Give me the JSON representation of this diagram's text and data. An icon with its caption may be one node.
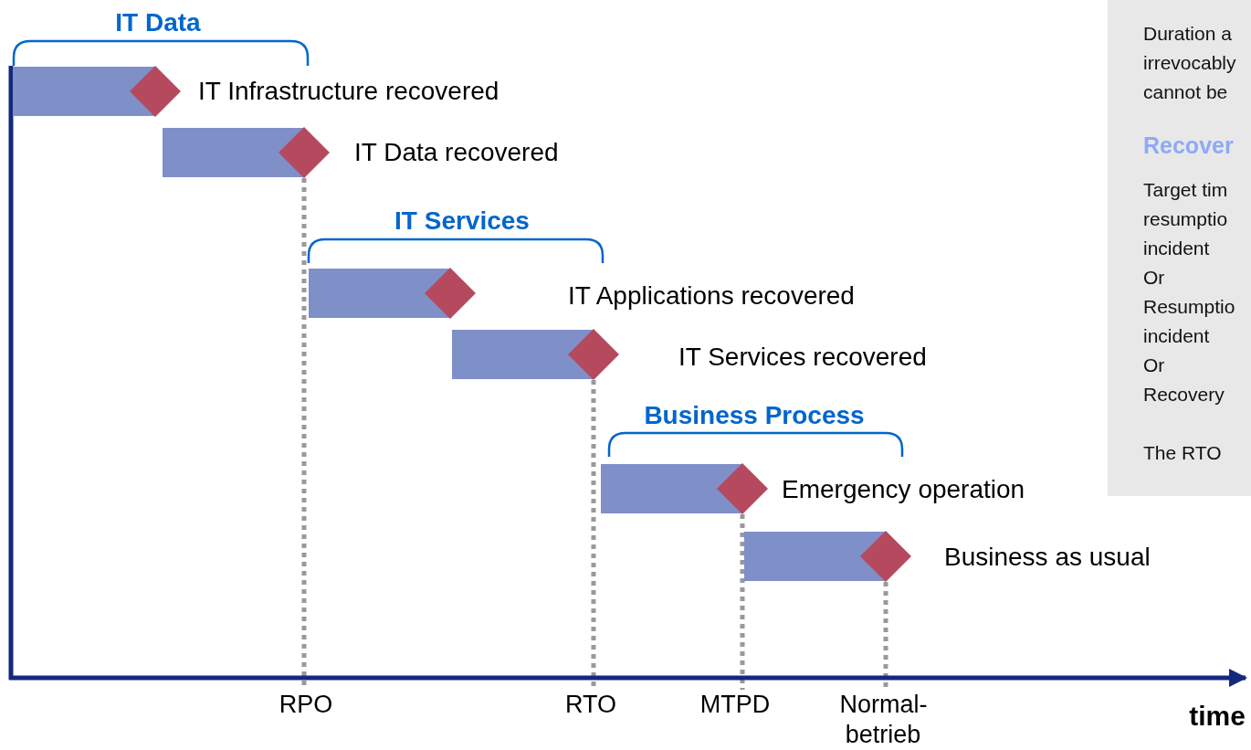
{
  "diagram": {
    "nodes": [
      {
        "text": [],
        "shape": "bar",
        "beside": [
          "IT Infrastructure recovered"
        ]
      },
      {
        "text": [],
        "shape": "bar",
        "beside": [
          "IT Data recovered"
        ]
      },
      {
        "text": [],
        "shape": "bar"
      },
      {
        "text": [],
        "shape": "bar",
        "beside": [
          "IT Services recovered"
        ]
      },
      {
        "text": [],
        "shape": "bar",
        "beside": [
          "Emergency operation"
        ]
      },
      {
        "text": [],
        "shape": "bar",
        "beside": [
          "Business as usual"
        ]
      },
      {
        "text": [
          "Duration a",
          "irrevocably",
          "cannot be",
          "Recover",
          "Target tim",
          "resumptio",
          "incident",
          "Or",
          "Resumptio",
          "incident",
          "Or",
          "Recovery",
          "The RTO"
        ]
      },
      {
        "text": [
          "RPO"
        ]
      },
      {
        "text": [
          "RTO"
        ]
      },
      {
        "text": [
          "MTPD"
        ]
      },
      {
        "text": [
          "Normal- betrieb"
        ]
      }
    ],
    "edges": [
      {
        "from": 1,
        "to": 7,
        "arrow": "none",
        "style": "dashed",
        "color": "#999999"
      },
      {
        "from": 3,
        "to": 8,
        "arrow": "none",
        "style": "dashed",
        "color": "#999999"
      },
      {
        "from": 4,
        "to": 9,
        "arrow": "none",
        "style": "dashed",
        "color": "#999999"
      },
      {
        "from": 5,
        "to": 10,
        "arrow": "none",
        "style": "dashed",
        "color": "#999999"
      }
    ],
    "labels": [
      "IT Data",
      "IT Services",
      "IT Applications recovered",
      "Business Process",
      "time"
    ]
  }
}
